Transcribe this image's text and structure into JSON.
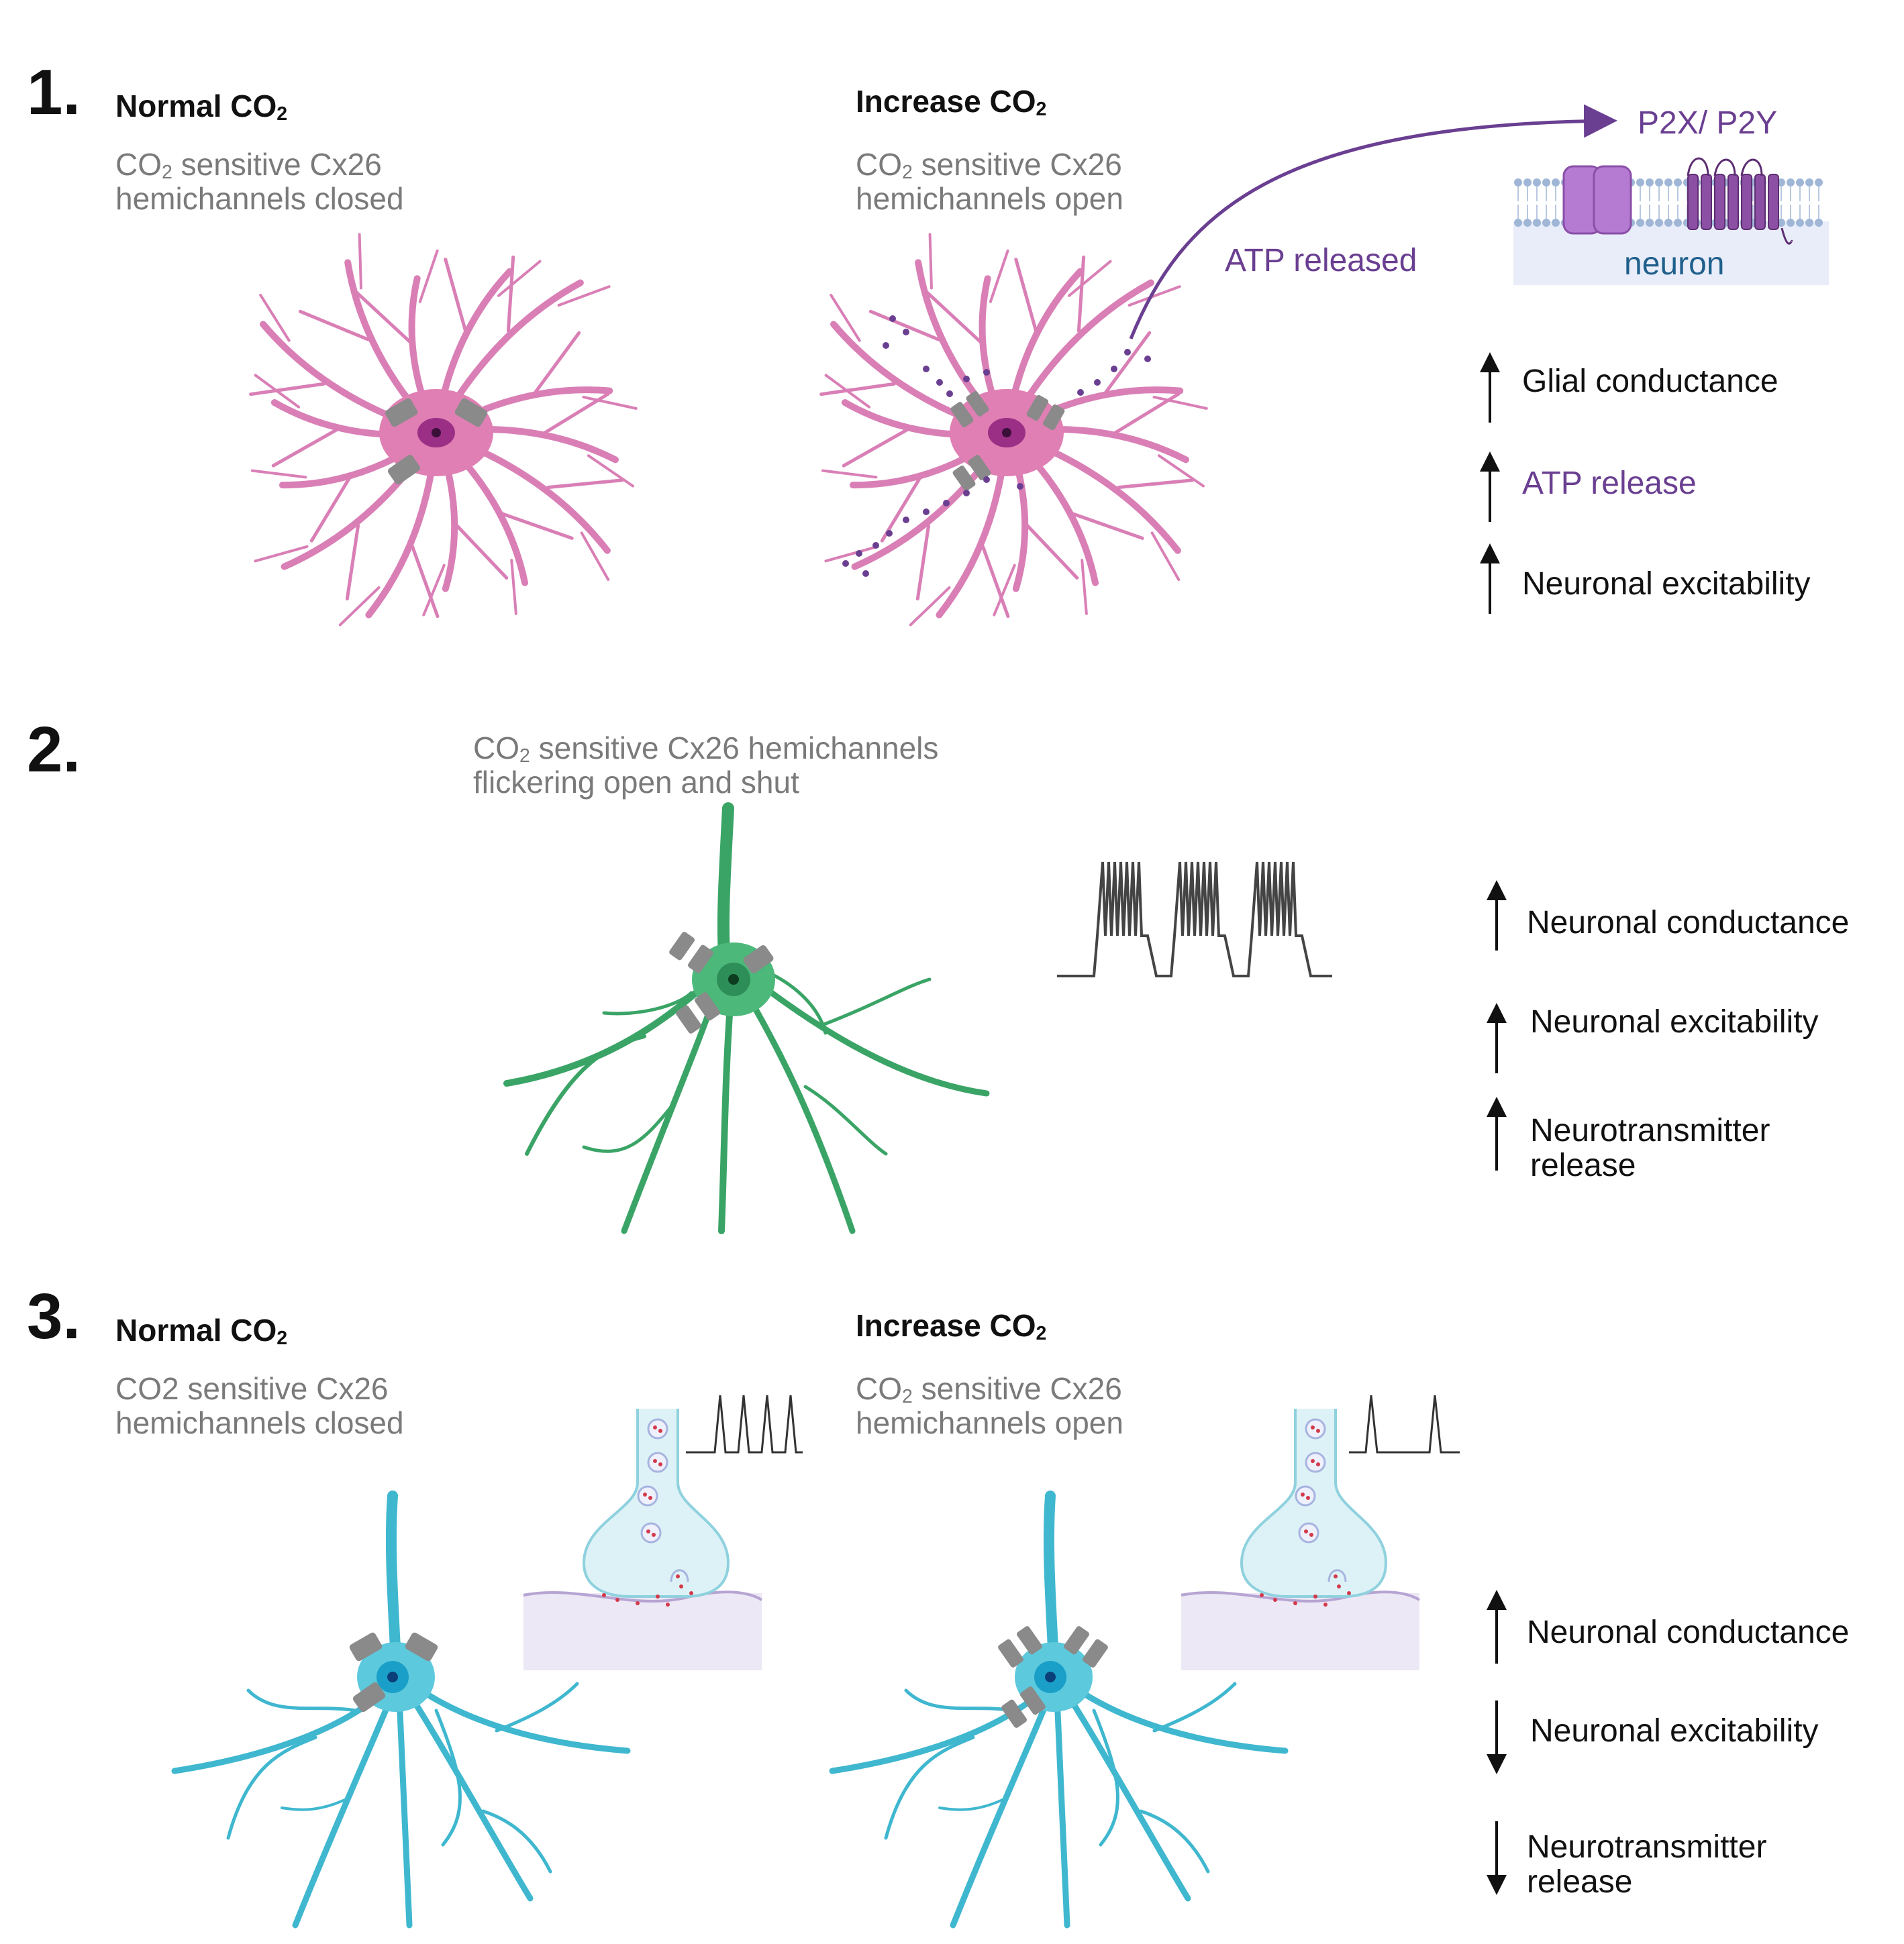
{
  "panel1": {
    "number": "1.",
    "normal": {
      "heading": "Normal CO",
      "heading_sub": "2",
      "line1_pre": "CO",
      "line1_sub": "2",
      "line1_post": " sensitive Cx26",
      "line2": "hemichannels closed"
    },
    "increase": {
      "heading": "Increase CO",
      "heading_sub": "2",
      "line1_pre": "CO",
      "line1_sub": "2",
      "line1_post": " sensitive Cx26",
      "line2": "hemichannels open"
    },
    "atp_label": "ATP released",
    "receptor_label": "P2X/ P2Y",
    "neuron_label": "neuron",
    "effects": [
      "Glial conductance",
      "ATP release",
      "Neuronal excitability"
    ]
  },
  "panel2": {
    "number": "2.",
    "line1_pre": "CO",
    "line1_sub": "2",
    "line1_post": " sensitive Cx26 hemichannels",
    "line2": "flickering open and shut",
    "effects": [
      "Neuronal conductance",
      "Neuronal excitability",
      "Neurotransmitter",
      "release"
    ]
  },
  "panel3": {
    "number": "3.",
    "normal": {
      "heading": "Normal CO",
      "heading_sub": "2",
      "line1": "CO2 sensitive Cx26",
      "line2": "hemichannels closed"
    },
    "increase": {
      "heading": "Increase CO",
      "heading_sub": "2",
      "line1_pre": "CO",
      "line1_sub": "2",
      "line1_post": " sensitive Cx26",
      "line2": "hemichannels open"
    },
    "effects": [
      "Neuronal conductance",
      "Neuronal excitability",
      "Neurotransmitter",
      "release"
    ]
  },
  "colors": {
    "astrocyte": "#d97fb6",
    "astrocyte_nucleus": "#9b2f86",
    "neuron_green": "#3aa466",
    "neuron_cyan": "#3fb7cf",
    "channel": "#8a8a8a",
    "atp": "#6a3f91",
    "membrane": "#e9edf9"
  }
}
